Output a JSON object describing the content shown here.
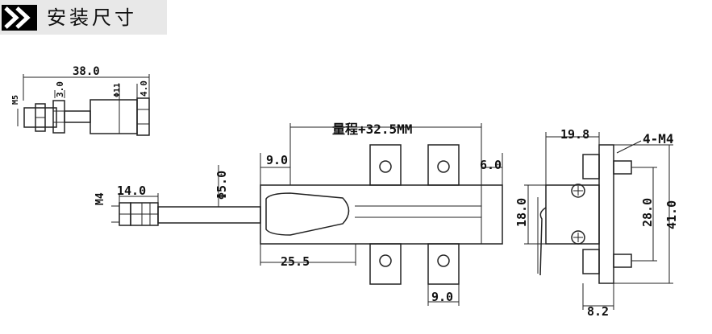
{
  "header": {
    "title": "安装尺寸",
    "accent_color": "#000000",
    "background_color": "#e8e8e8"
  },
  "dimensions": {
    "d_38": "38.0",
    "m5": "M5",
    "d_3": "3.0",
    "phi11": "Φ11",
    "d_4": "4.0",
    "range": "量程+32.5MM",
    "d_9_top": "9.0",
    "d_6": "6.0",
    "phi5": "Φ5.0",
    "m4": "M4",
    "d_14": "14.0",
    "d_25_5": "25.5",
    "d_9_bottom": "9.0",
    "d_19_8": "19.8",
    "m4x4": "4-M4",
    "d_18": "18.0",
    "d_28": "28.0",
    "d_41": "41.0",
    "d_8_2": "8.2"
  }
}
